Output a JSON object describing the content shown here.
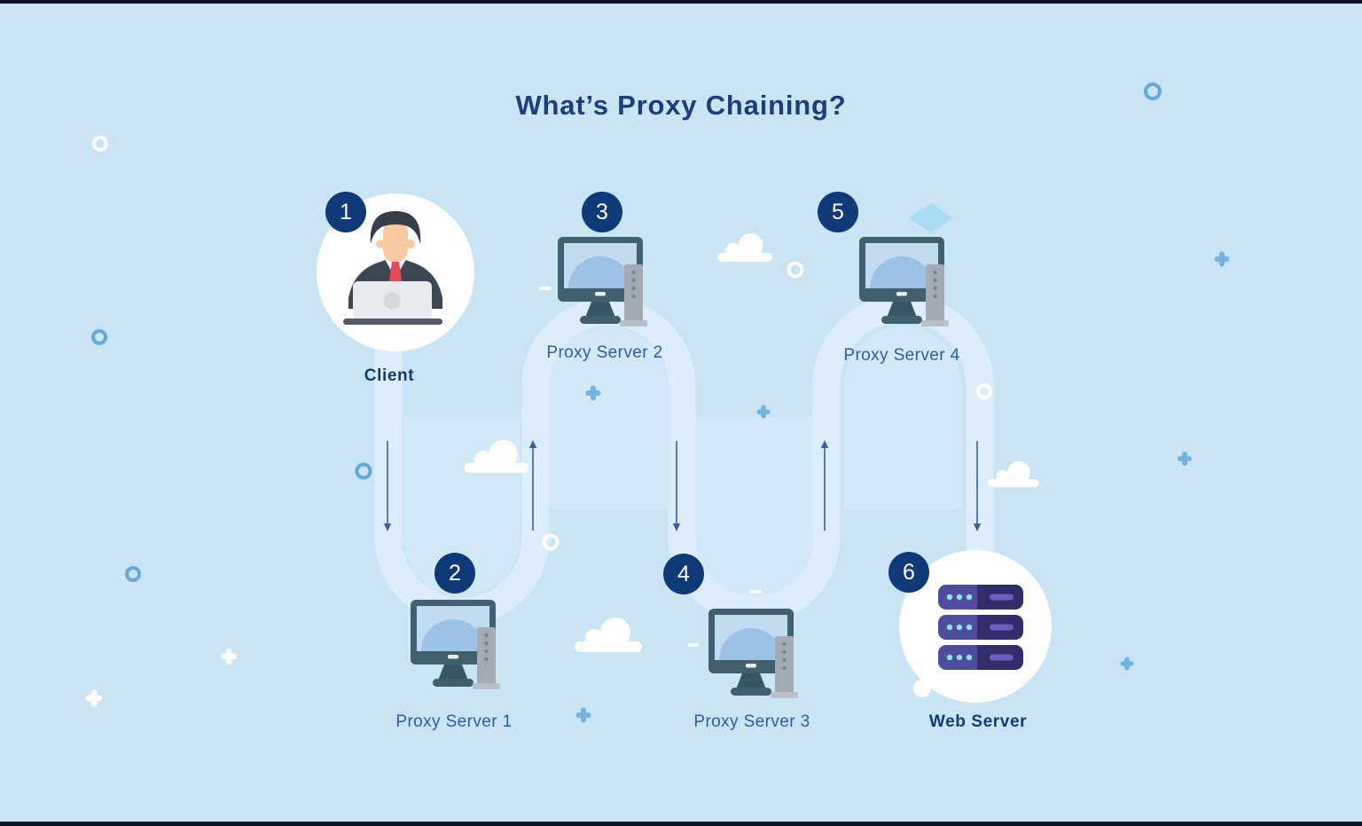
{
  "title": "What’s Proxy Chaining?",
  "diagram": {
    "nodes": [
      {
        "step": "1",
        "label": "Client",
        "icon": "person-at-laptop",
        "emphasized": true
      },
      {
        "step": "2",
        "label": "Proxy Server 1",
        "icon": "desktop-computer",
        "emphasized": false
      },
      {
        "step": "3",
        "label": "Proxy Server 2",
        "icon": "desktop-computer",
        "emphasized": false
      },
      {
        "step": "4",
        "label": "Proxy Server 3",
        "icon": "desktop-computer",
        "emphasized": false
      },
      {
        "step": "5",
        "label": "Proxy Server 4",
        "icon": "desktop-computer",
        "emphasized": false
      },
      {
        "step": "6",
        "label": "Web Server",
        "icon": "server-rack",
        "emphasized": true
      }
    ]
  },
  "colors": {
    "background": "#c9e4f5",
    "flow_path": "#dceefb",
    "path_halo": "#d2e9f8",
    "badge": "#0e3a78",
    "title_text": "#1c3e7c",
    "label_text": "#2e5c9f",
    "label_text_emphasis": "#16396f",
    "arrow": "#3f5e93",
    "accent_blue": "#73b2de",
    "monitor_frame": "#40606f",
    "monitor_screen": "#c1dbf1",
    "monitor_screen_dome": "#9cc2e6",
    "server_purple_light": "#4e4c9d",
    "server_purple_dark": "#302d6a",
    "server_dot_cyan": "#8ee0f2",
    "tie_red": "#e8485a"
  }
}
